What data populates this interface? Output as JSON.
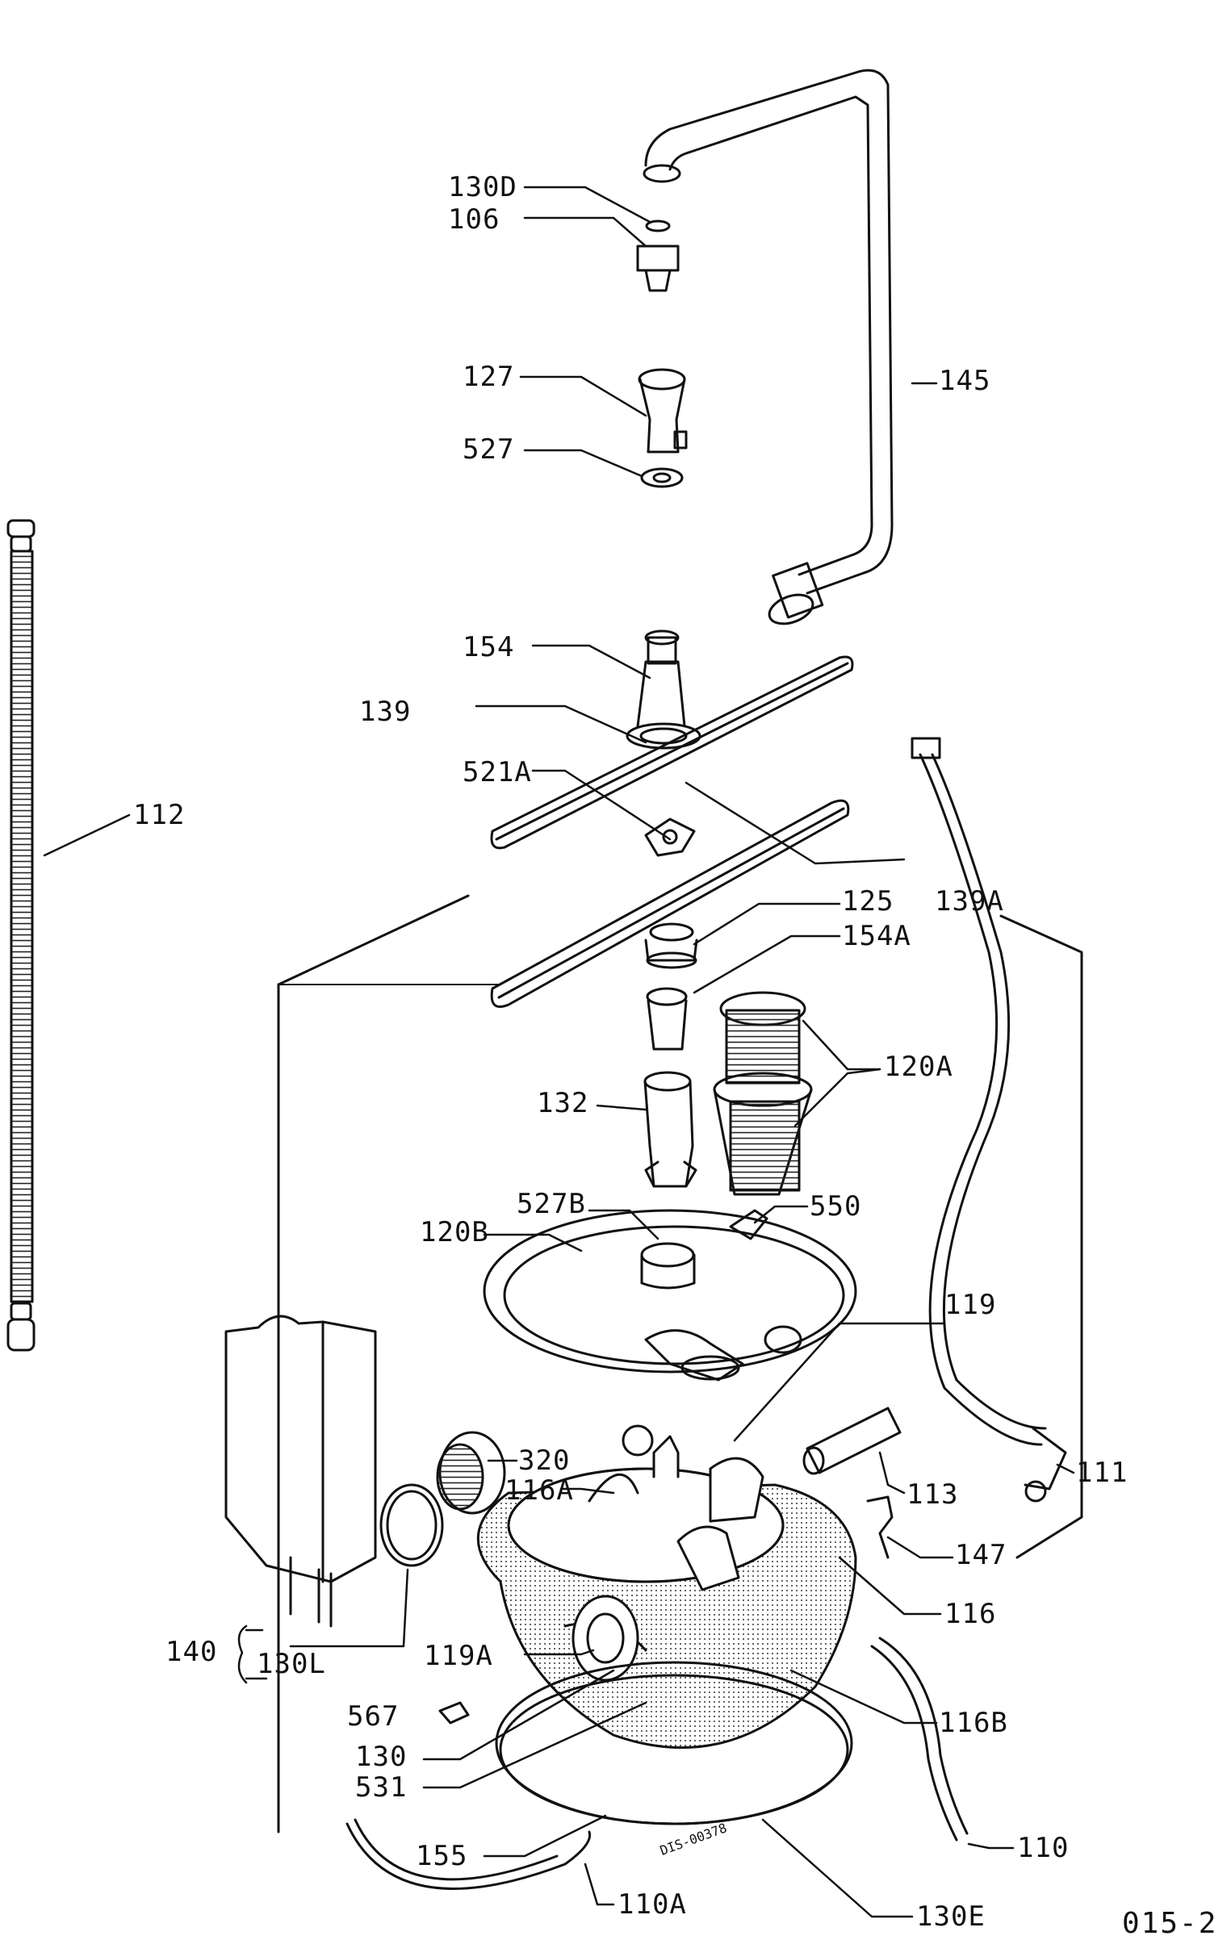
{
  "diagram": {
    "labels": [
      {
        "id": "130d",
        "text": "130D"
      },
      {
        "id": "106",
        "text": "106"
      },
      {
        "id": "145",
        "text": "145"
      },
      {
        "id": "127",
        "text": "127"
      },
      {
        "id": "527",
        "text": "527"
      },
      {
        "id": "154",
        "text": "154"
      },
      {
        "id": "139",
        "text": "139"
      },
      {
        "id": "521a",
        "text": "521A"
      },
      {
        "id": "112",
        "text": "112"
      },
      {
        "id": "139a",
        "text": "139A"
      },
      {
        "id": "125",
        "text": "125"
      },
      {
        "id": "154a",
        "text": "154A"
      },
      {
        "id": "120a",
        "text": "120A"
      },
      {
        "id": "132",
        "text": "132"
      },
      {
        "id": "527b",
        "text": "527B"
      },
      {
        "id": "550",
        "text": "550"
      },
      {
        "id": "120b",
        "text": "120B"
      },
      {
        "id": "119",
        "text": "119"
      },
      {
        "id": "320",
        "text": "320"
      },
      {
        "id": "116a",
        "text": "116A"
      },
      {
        "id": "113",
        "text": "113"
      },
      {
        "id": "111",
        "text": "111"
      },
      {
        "id": "147",
        "text": "147"
      },
      {
        "id": "116",
        "text": "116"
      },
      {
        "id": "140",
        "text": "140"
      },
      {
        "id": "130l",
        "text": "130L"
      },
      {
        "id": "119a",
        "text": "119A"
      },
      {
        "id": "116b",
        "text": "116B"
      },
      {
        "id": "567",
        "text": "567"
      },
      {
        "id": "130",
        "text": "130"
      },
      {
        "id": "531",
        "text": "531"
      },
      {
        "id": "155",
        "text": "155"
      },
      {
        "id": "110",
        "text": "110"
      },
      {
        "id": "110a",
        "text": "110A"
      },
      {
        "id": "130e",
        "text": "130E"
      }
    ],
    "drawing_code": "DIS-00378",
    "page_code": "015-2"
  }
}
